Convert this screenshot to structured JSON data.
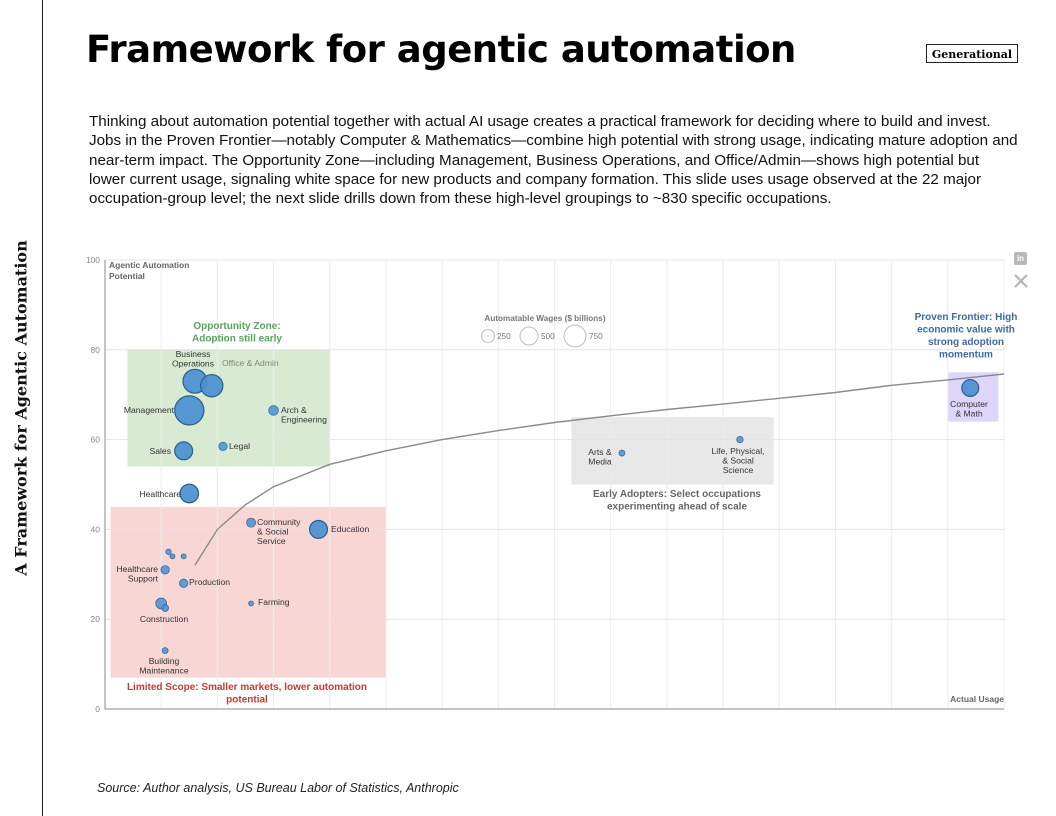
{
  "side_title": "A Framework for Agentic Automation",
  "title": "Framework for agentic automation",
  "tag": "Generational",
  "intro": "Thinking about automation potential together with actual AI usage creates a practical framework for deciding where to build and invest. Jobs in the Proven Frontier—notably Computer & Mathematics—combine high potential with strong usage, indicating mature adoption and near-term impact. The Opportunity Zone—including Management, Business Operations, and Office/Admin—shows high potential but lower current usage, signaling white space for new products and company formation. This slide uses usage observed at the 22 major occupation-group level; the next slide drills down from these high-level groupings to ~830 specific occupations.",
  "source": "Source: Author analysis, US Bureau Labor of Statistics, Anthropic",
  "icons": {
    "share_linkedin": "linkedin-icon",
    "share_x": "x-icon"
  },
  "colors": {
    "bubble": "#4a8fd0",
    "bubble_stroke": "#2c5d8f",
    "opportunity_fill": "#d9ead3",
    "opportunity_text": "#59a55a",
    "limited_fill": "#f8d6d4",
    "limited_text": "#c93a36",
    "early_fill": "#e8e8e8",
    "early_text": "#666666",
    "frontier_fill": "#ded5fb",
    "frontier_text": "#3e6b9e"
  },
  "chart_data": {
    "type": "scatter",
    "title": "",
    "xlabel": "Actual Usage",
    "ylabel": "Agentic Automation Potential",
    "ylim": [
      0,
      100
    ],
    "y_ticks": [
      0,
      20,
      40,
      60,
      80,
      100
    ],
    "xlim": [
      0,
      16
    ],
    "grid": true,
    "size_legend": {
      "title": "Automatable Wages ($ billions)",
      "values": [
        250,
        500,
        750
      ]
    },
    "zones": [
      {
        "name": "opportunity",
        "label_lines": [
          "Opportunity Zone:",
          "Adoption still early"
        ],
        "x": [
          0.4,
          4.0
        ],
        "y": [
          54,
          80
        ]
      },
      {
        "name": "limited",
        "label_lines": [
          "Limited Scope: Smaller markets, lower automation",
          "potential"
        ],
        "x": [
          0.1,
          5.0
        ],
        "y": [
          7,
          45
        ]
      },
      {
        "name": "early",
        "label_lines": [
          "Early Adopters: Select occupations",
          "experimenting ahead of scale"
        ],
        "x": [
          8.3,
          11.9
        ],
        "y": [
          50,
          65
        ]
      },
      {
        "name": "frontier",
        "label_lines": [
          "Proven Frontier: High",
          "economic value with",
          "strong adoption",
          "momentum"
        ],
        "x": [
          15.0,
          15.9
        ],
        "y": [
          64,
          75
        ]
      }
    ],
    "trend_curve": [
      [
        1.6,
        32
      ],
      [
        2.0,
        40
      ],
      [
        2.5,
        45.5
      ],
      [
        3.0,
        49.5
      ],
      [
        4.0,
        54.5
      ],
      [
        5.0,
        57.5
      ],
      [
        6.0,
        60
      ],
      [
        7.0,
        62
      ],
      [
        8.0,
        63.8
      ],
      [
        9.0,
        65.3
      ],
      [
        10.0,
        66.7
      ],
      [
        11.0,
        67.9
      ],
      [
        12.0,
        69.2
      ],
      [
        13.0,
        70.5
      ],
      [
        14.0,
        72.1
      ],
      [
        15.0,
        73.3
      ],
      [
        16.0,
        74.6
      ]
    ],
    "points": [
      {
        "label_lines": [
          "Business",
          "Operations"
        ],
        "x": 1.6,
        "y": 73,
        "wages": 480
      },
      {
        "label_lines": [
          "Office & Admin"
        ],
        "x": 1.9,
        "y": 72,
        "wages": 420
      },
      {
        "label_lines": [
          "Management"
        ],
        "x": 1.5,
        "y": 66.5,
        "wages": 720
      },
      {
        "label_lines": [
          "Arch &",
          "Engineering"
        ],
        "x": 3.0,
        "y": 66.5,
        "wages": 80
      },
      {
        "label_lines": [
          "Legal"
        ],
        "x": 2.1,
        "y": 58.5,
        "wages": 60
      },
      {
        "label_lines": [
          "Sales"
        ],
        "x": 1.4,
        "y": 57.5,
        "wages": 270
      },
      {
        "label_lines": [
          "Healthcare"
        ],
        "x": 1.5,
        "y": 48,
        "wages": 290
      },
      {
        "label_lines": [
          "Community",
          "& Social",
          "Service"
        ],
        "x": 2.6,
        "y": 41.5,
        "wages": 70
      },
      {
        "label_lines": [
          "Education"
        ],
        "x": 3.8,
        "y": 40,
        "wages": 270
      },
      {
        "label_lines": [
          "Healthcare",
          "Support"
        ],
        "x": 1.07,
        "y": 31,
        "wages": 60
      },
      {
        "label_lines": [
          "Production"
        ],
        "x": 1.4,
        "y": 28,
        "wages": 60
      },
      {
        "label_lines": [
          "Farming"
        ],
        "x": 2.6,
        "y": 23.5,
        "wages": 15
      },
      {
        "label_lines": [
          "Construction"
        ],
        "x": 1.0,
        "y": 23.5,
        "wages": 100
      },
      {
        "label_lines": [
          "Building",
          "Maintenance"
        ],
        "x": 1.07,
        "y": 13,
        "wages": 30
      },
      {
        "label_lines": [],
        "x": 1.13,
        "y": 35,
        "wages": 25
      },
      {
        "label_lines": [],
        "x": 1.2,
        "y": 34,
        "wages": 20
      },
      {
        "label_lines": [],
        "x": 1.4,
        "y": 34,
        "wages": 10
      },
      {
        "label_lines": [],
        "x": 1.07,
        "y": 22.5,
        "wages": 40
      },
      {
        "label_lines": [
          "Arts &",
          "Media"
        ],
        "x": 9.2,
        "y": 57,
        "wages": 30
      },
      {
        "label_lines": [
          "Life, Physical,",
          "& Social",
          "Science"
        ],
        "x": 11.3,
        "y": 60,
        "wages": 35
      },
      {
        "label_lines": [
          "Computer",
          "& Math"
        ],
        "x": 15.4,
        "y": 71.5,
        "wages": 240
      }
    ]
  }
}
